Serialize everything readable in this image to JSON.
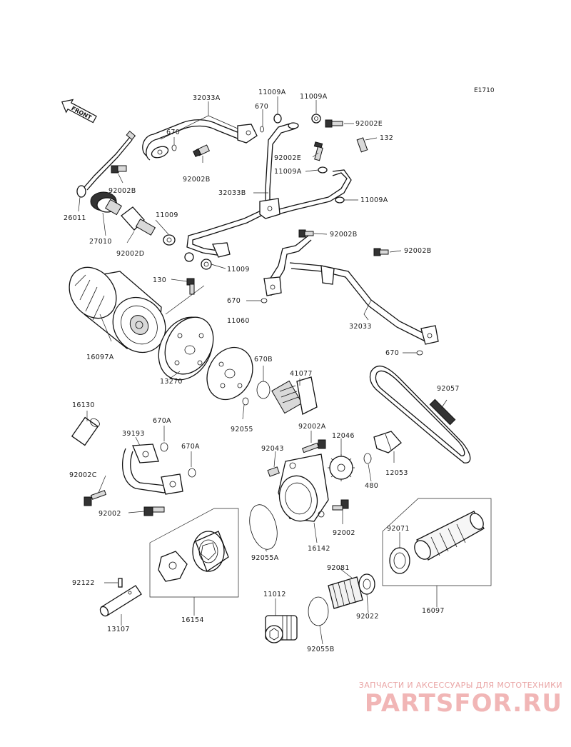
{
  "diagram_code": "E1710",
  "front_label": "FRONT",
  "watermark": {
    "caption": "ЗАПЧАСТИ И АКСЕССУАРЫ ДЛЯ МОТОТЕХНИКИ",
    "logo": "PARTSFOR.RU"
  },
  "parts": {
    "p32033A": "32033A",
    "p11009A_1": "11009A",
    "p11009A_2": "11009A",
    "p670_1": "670",
    "p670_2": "670",
    "p92002E_1": "92002E",
    "p132": "132",
    "p92002E_2": "92002E",
    "p11009A_3": "11009A",
    "p32033B": "32033B",
    "p11009A_4": "11009A",
    "p92002B_1": "92002B",
    "p92002B_2": "92002B",
    "p26011": "26011",
    "p11009_1": "11009",
    "p27010": "27010",
    "p92002D": "92002D",
    "p92002B_3": "92002B",
    "p92002B_4": "92002B",
    "p11009_2": "11009",
    "p130": "130",
    "p670_3": "670",
    "p11060": "11060",
    "p32033": "32033",
    "p16097A": "16097A",
    "p670_4": "670",
    "p670B": "670B",
    "p41077": "41077",
    "p13270": "13270",
    "p92057": "92057",
    "p16130": "16130",
    "p92055": "92055",
    "p92002A": "92002A",
    "p670A_1": "670A",
    "p12046": "12046",
    "p39193": "39193",
    "p670A_2": "670A",
    "p92043": "92043",
    "p12053": "12053",
    "p92002C": "92002C",
    "p480": "480",
    "p92002": "92002",
    "p92002_2": "92002",
    "p92071": "92071",
    "p92055A": "92055A",
    "p16142": "16142",
    "p92081": "92081",
    "p92122": "92122",
    "p11012": "11012",
    "p92022": "92022",
    "p16097": "16097",
    "p16154": "16154",
    "p13107": "13107",
    "p92055B": "92055B"
  }
}
